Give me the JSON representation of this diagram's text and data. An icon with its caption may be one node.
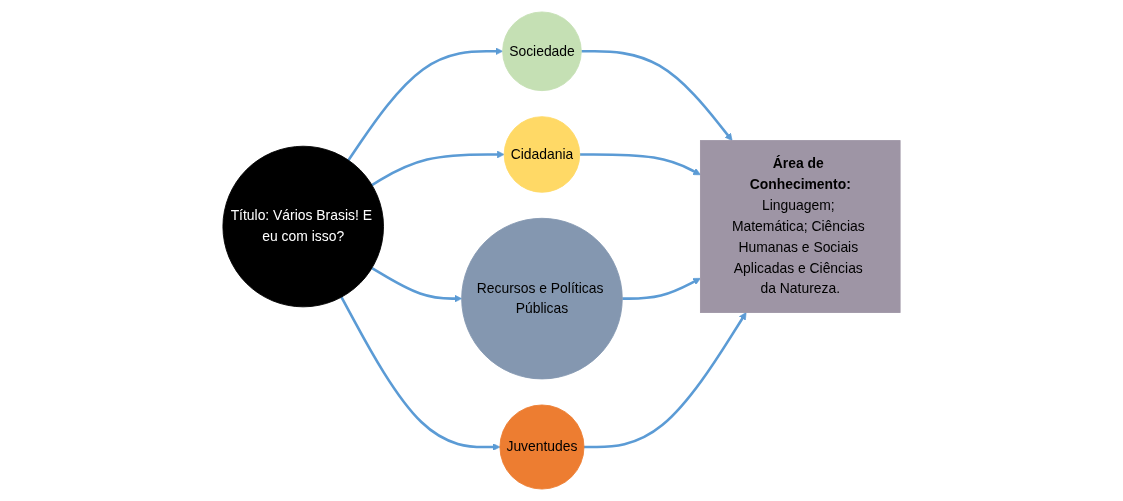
{
  "diagram": {
    "nodes": [
      {
        "text": [
          "Título: Vários Brasis! E eu com isso?"
        ]
      },
      {
        "text": [
          "Sociedade"
        ]
      },
      {
        "text": [
          "Cidadania"
        ]
      },
      {
        "text": [
          "Recursos e Políticas Públicas"
        ]
      },
      {
        "text": [
          "Juventudes"
        ]
      },
      {
        "text": [
          "Área de Conhecimento:",
          "Linguagem; Matemática; Ciências Humanas e Sociais Aplicadas e Ciências da Natureza."
        ]
      }
    ],
    "edges": [
      {
        "from": 0,
        "to": 1,
        "arrow": "to"
      },
      {
        "from": 0,
        "to": 2,
        "arrow": "to"
      },
      {
        "from": 0,
        "to": 3,
        "arrow": "to"
      },
      {
        "from": 0,
        "to": 4,
        "arrow": "to"
      },
      {
        "from": 1,
        "to": 5,
        "arrow": "to"
      },
      {
        "from": 2,
        "to": 5,
        "arrow": "to"
      },
      {
        "from": 3,
        "to": 5,
        "arrow": "to"
      },
      {
        "from": 4,
        "to": 5,
        "arrow": "to"
      }
    ]
  }
}
